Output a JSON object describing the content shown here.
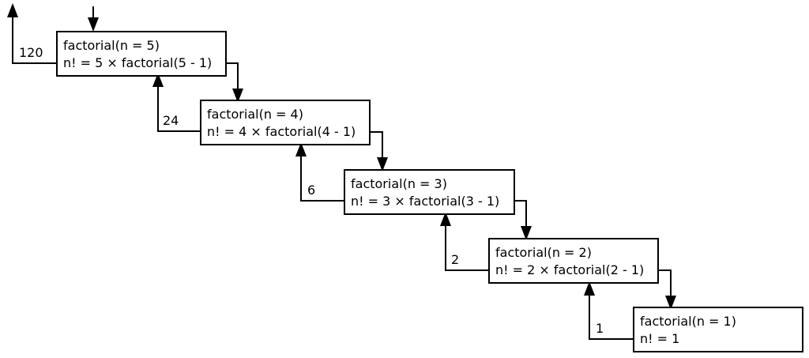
{
  "frames": [
    {
      "call": "factorial(n = 5)",
      "body": "n! = 5 × factorial(5 - 1)"
    },
    {
      "call": "factorial(n = 4)",
      "body": "n! = 4 × factorial(4 - 1)"
    },
    {
      "call": "factorial(n = 3)",
      "body": "n! = 3 × factorial(3 - 1)"
    },
    {
      "call": "factorial(n = 2)",
      "body": "n! = 2 × factorial(2 - 1)"
    },
    {
      "call": "factorial(n = 1)",
      "body": "n! = 1"
    }
  ],
  "returns": [
    "120",
    "24",
    "6",
    "2",
    "1"
  ]
}
